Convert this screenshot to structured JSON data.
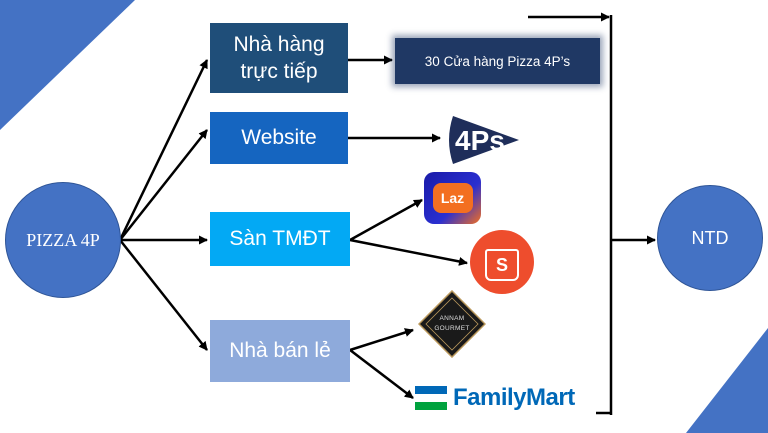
{
  "source": {
    "label": "PIZZA 4P"
  },
  "target": {
    "label": "NTD"
  },
  "channels": [
    {
      "label": "Nhà hàng trực tiếp"
    },
    {
      "label": "Website"
    },
    {
      "label": "Sàn TMĐT"
    },
    {
      "label": "Nhà bán lẻ"
    }
  ],
  "outlets": {
    "stores": "30 Cửa hàng Pizza 4P’s",
    "website_logo": "4Ps",
    "lazada_logo": "Laz",
    "shopee_logo": "S",
    "annam_logo": "ANNAM GOURMET",
    "familymart_logo": "FamilyMart"
  },
  "colors": {
    "circle": "#4472c4",
    "box_restaurant": "#1f4e79",
    "box_website": "#1565c0",
    "box_ecommerce": "#03a9f4",
    "box_retail": "#8eaadb",
    "stores_box": "#1f3864",
    "corner": "#4472c4",
    "lazada": "#1a1ba8",
    "shopee": "#ee4d2d",
    "familymart_blue": "#0068b7",
    "familymart_green": "#00a23e"
  }
}
